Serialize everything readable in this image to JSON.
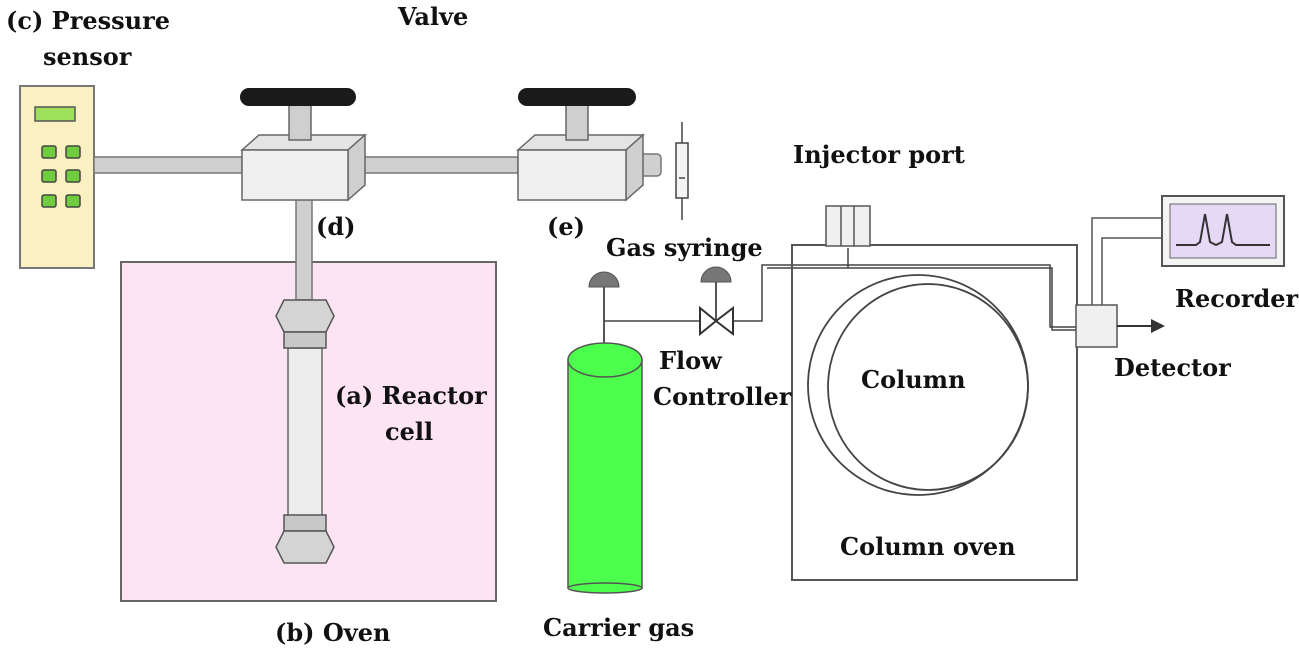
{
  "labels": {
    "pressure_sensor_line1": "(c) Pressure",
    "pressure_sensor_line2": "sensor",
    "valve": "Valve",
    "d": "(d)",
    "e": "(e)",
    "injector_port": "Injector port",
    "gas_syringe": "Gas syringe",
    "recorder": "Recorder",
    "flow_controller_line1": "Flow",
    "flow_controller_line2": "Controller",
    "reactor_cell_line1": "(a) Reactor",
    "reactor_cell_line2": "cell",
    "column": "Column",
    "detector": "Detector",
    "column_oven": "Column oven",
    "oven": "(b) Oven",
    "carrier_gas": "Carrier gas"
  },
  "colors": {
    "oven_fill": "#fce4f3",
    "sensor_fill": "#faf0c2",
    "sensor_screen": "#9ee05a",
    "sensor_button": "#6fcc3e",
    "cylinder_fill": "#4cff4c",
    "valve_body": "#f0f0f0",
    "handle": "#1a1a1a",
    "pipe_fill": "#d0d0d0",
    "recorder_fill": "#e6d9f5"
  }
}
